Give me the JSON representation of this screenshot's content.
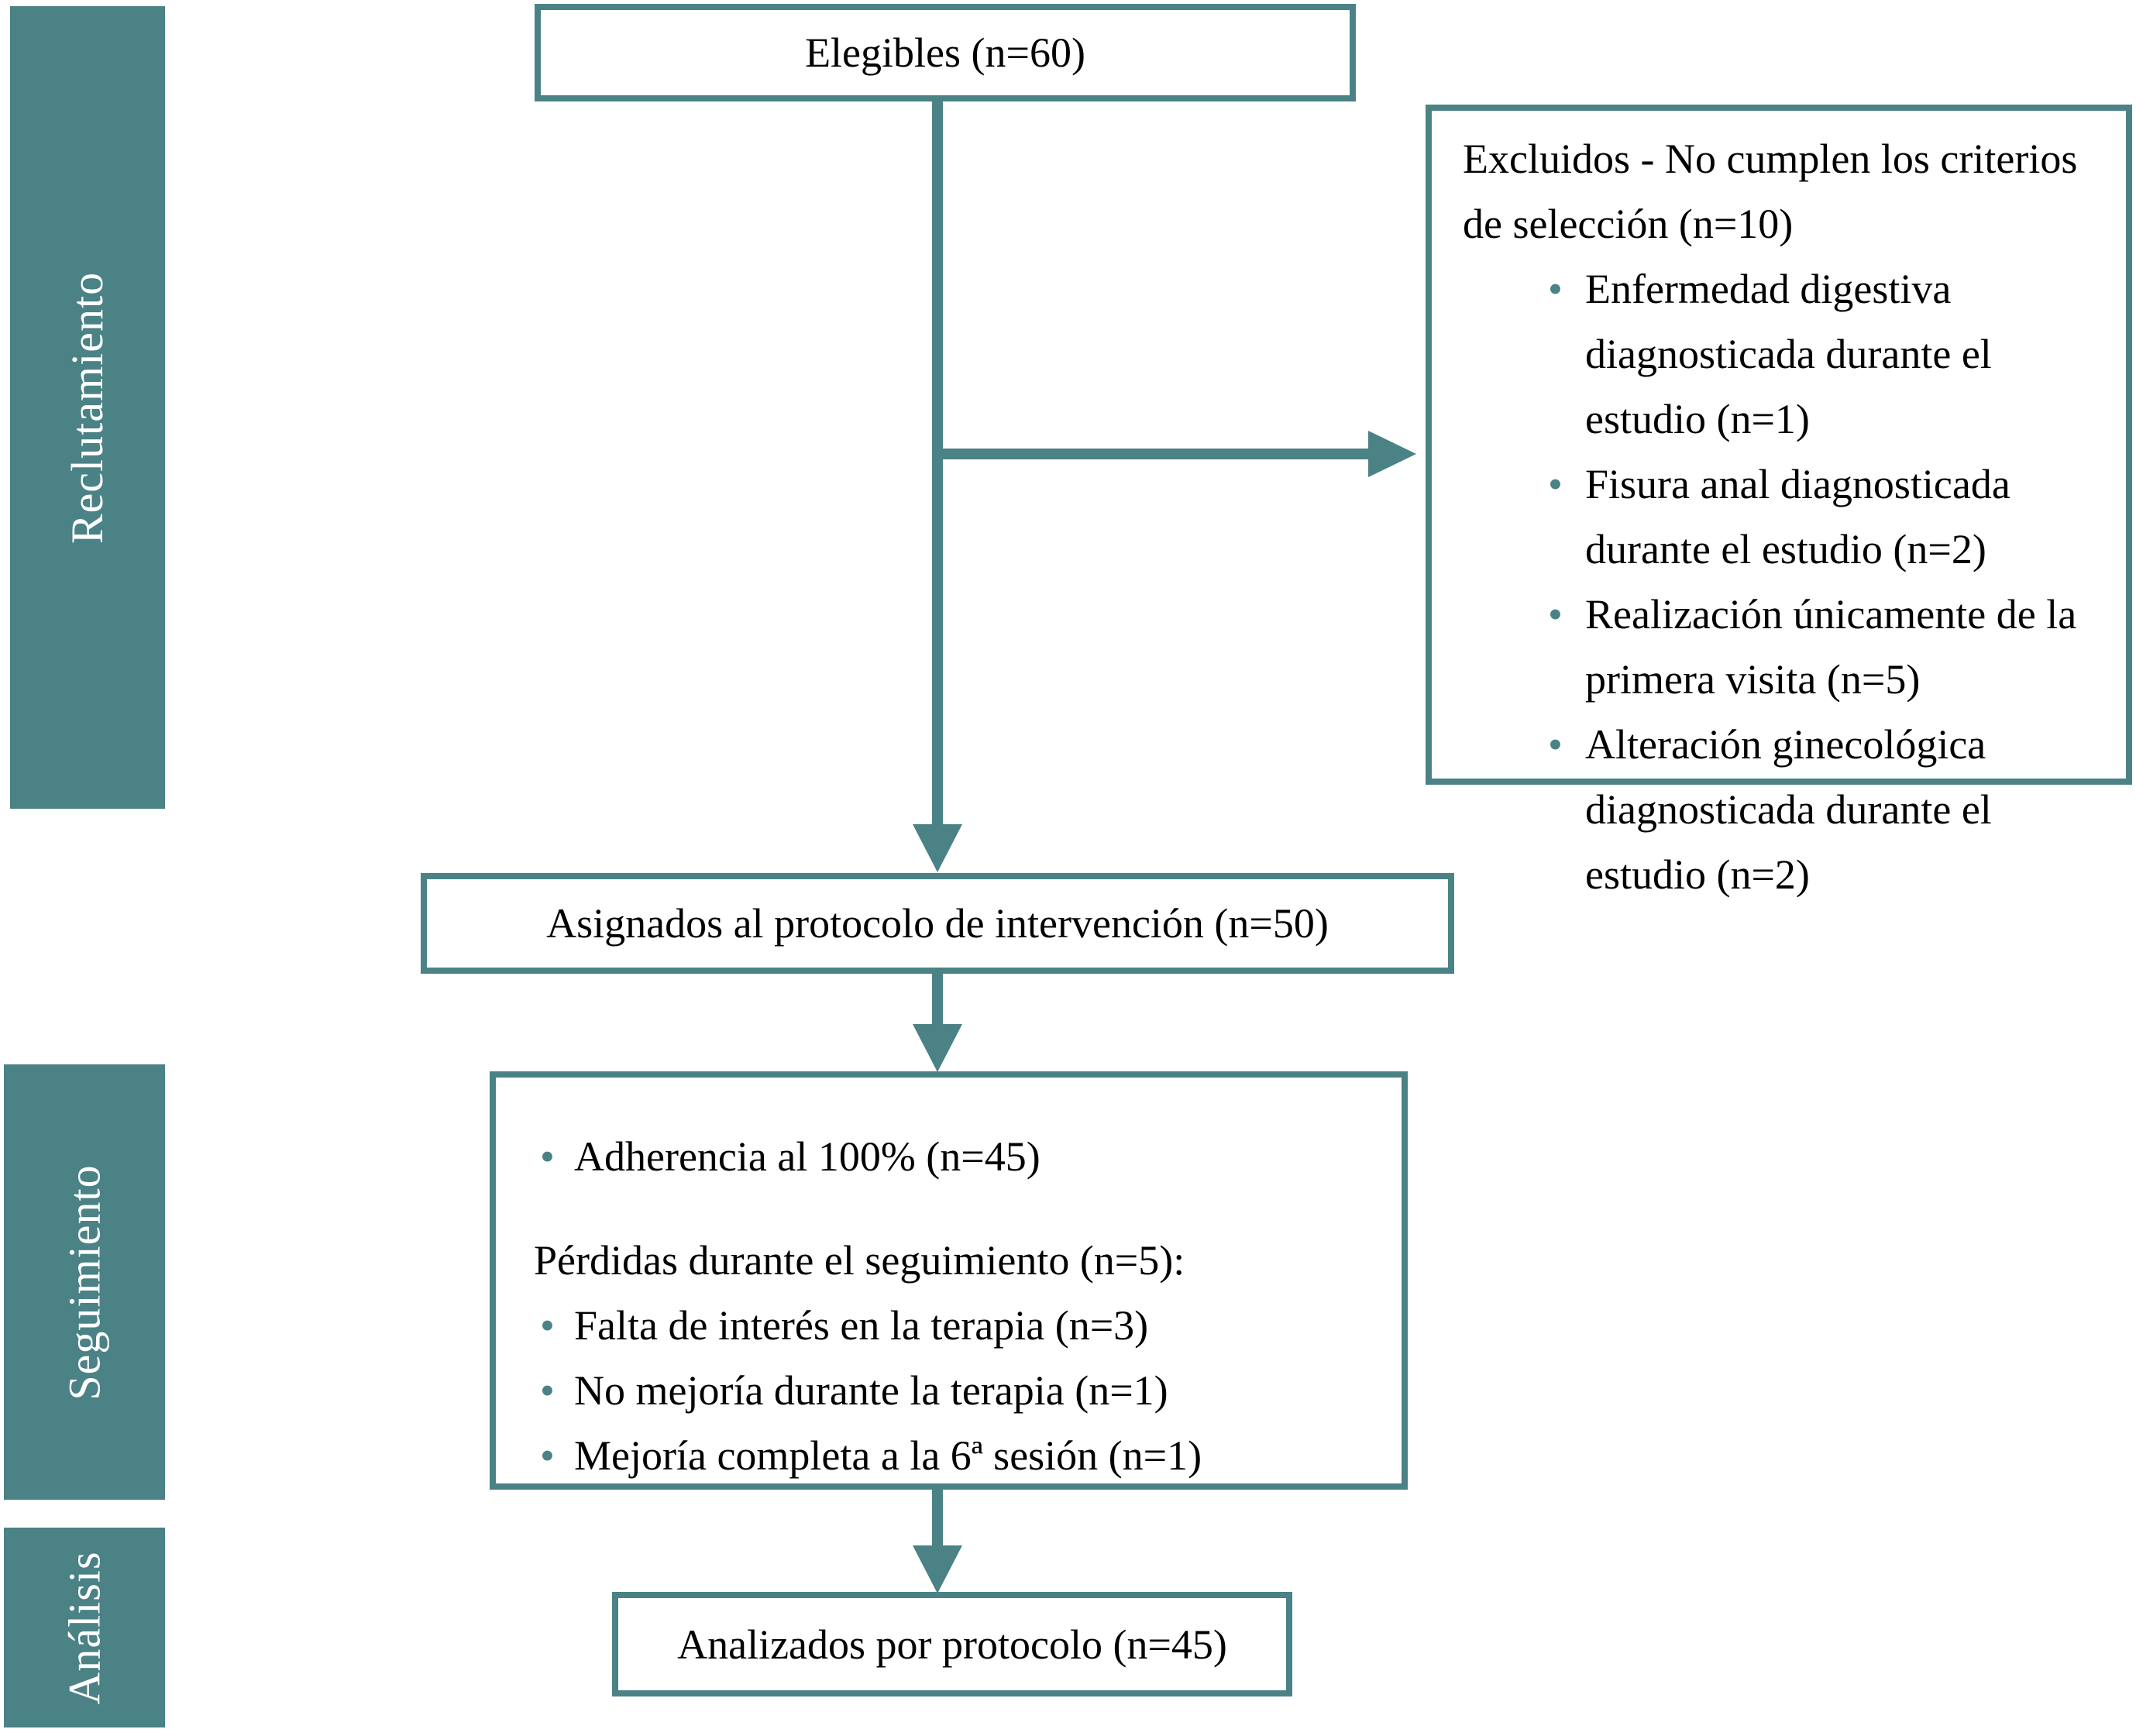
{
  "palette": {
    "teal": "#4a8285",
    "text": "#000000",
    "background": "#ffffff"
  },
  "sidebar": {
    "recruitment_label": "Reclutamiento",
    "followup_label": "Seguimiento",
    "analysis_label": "Análisis"
  },
  "boxes": {
    "eligible": {
      "label": "Elegibles (n=60)"
    },
    "excluded": {
      "title": "Excluidos - No cumplen los criterios de selección (n=10)",
      "items": [
        "Enfermedad digestiva diagnosticada durante el estudio (n=1)",
        "Fisura anal diagnosticada durante el estudio (n=2)",
        "Realización únicamente de la primera visita (n=5)",
        "Alteración ginecológica diagnosticada durante el estudio (n=2)"
      ]
    },
    "assigned": {
      "label": "Asignados al protocolo de intervención (n=50)"
    },
    "followup": {
      "adherence": "Adherencia al 100% (n=45)",
      "losses_title": "Pérdidas durante el seguimiento (n=5):",
      "losses": [
        "Falta de interés en la terapia (n=3)",
        "No mejoría durante la terapia (n=1)",
        "Mejoría completa a la 6ª sesión (n=1)"
      ]
    },
    "analyzed": {
      "label": "Analizados por protocolo (n=45)"
    }
  }
}
